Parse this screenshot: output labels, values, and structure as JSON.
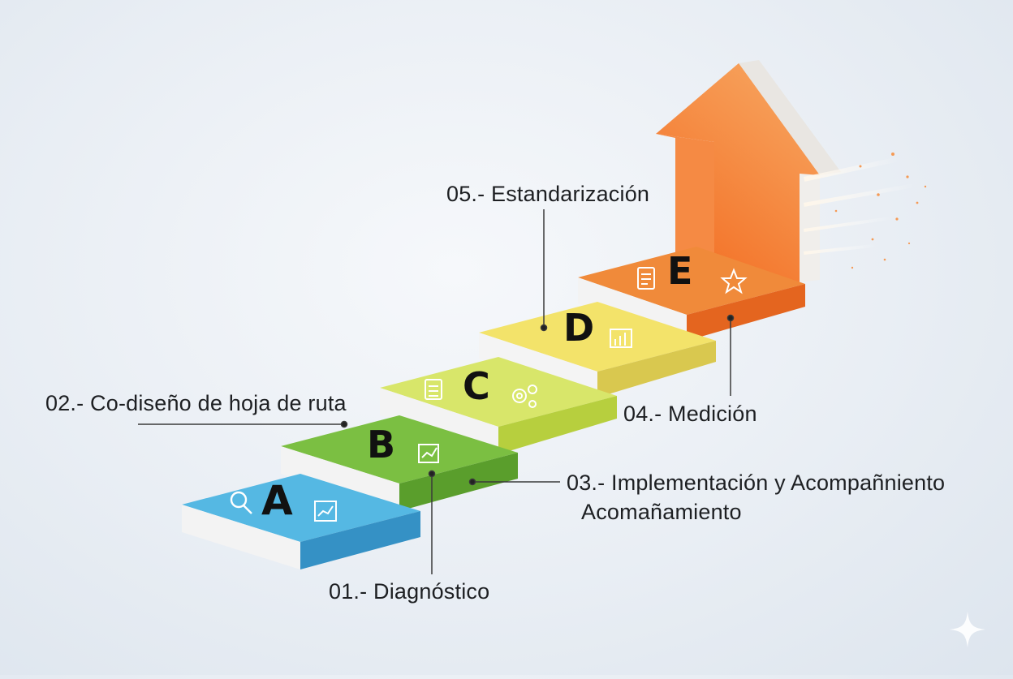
{
  "steps": [
    {
      "letter": "A",
      "color": "#55b8e3",
      "label": "01.- Diagnóstico",
      "icons": [
        "magnifier-icon",
        "line-chart-icon"
      ]
    },
    {
      "letter": "B",
      "color": "#7bbf42",
      "label": "02.- Co-diseño de hoja de ruta",
      "icons": [
        "bar-chart-icon"
      ]
    },
    {
      "letter": "C",
      "color": "#d8e66a",
      "label": "03.- Implementación y Acompañniento",
      "label_line2": "Acomañamiento",
      "icons": [
        "document-icon",
        "gears-icon"
      ]
    },
    {
      "letter": "D",
      "color": "#f3e36a",
      "label": "04.- Medición",
      "icons": [
        "bar-chart-icon"
      ]
    },
    {
      "letter": "E",
      "color": "#f08a3a",
      "label": "05.- Estandarización",
      "icons": [
        "clipboard-icon",
        "star-icon"
      ]
    }
  ],
  "arrow": {
    "color": "#f47a2c",
    "icon": "up-arrow-icon"
  },
  "decor": {
    "icon": "sparkle-icon"
  }
}
